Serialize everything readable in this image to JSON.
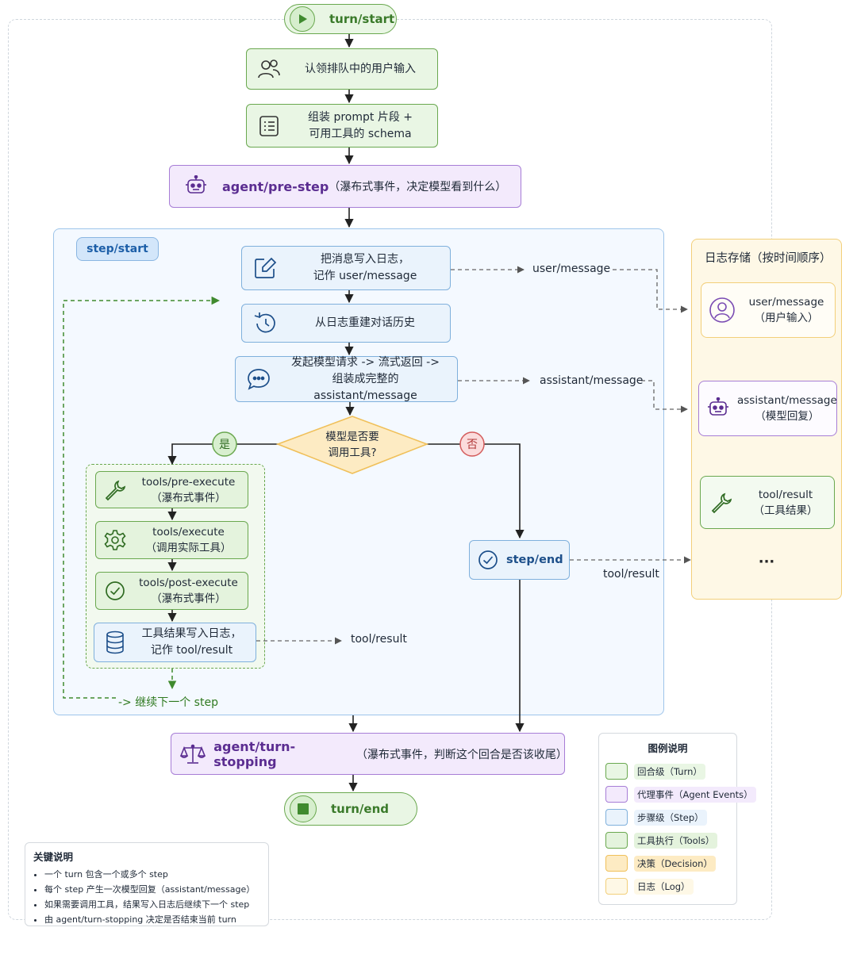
{
  "turn_start": "turn/start",
  "claim_input": "认领排队中的用户输入",
  "assemble_prompt": [
    "组装 prompt 片段 +",
    "可用工具的 schema"
  ],
  "pre_step": {
    "title": "agent/pre-step",
    "desc": "（瀑布式事件，决定模型看到什么）"
  },
  "step_start": "step/start",
  "write_log": [
    "把消息写入日志，",
    "记作 user/message"
  ],
  "rebuild_history": "从日志重建对话历史",
  "model_request": [
    "发起模型请求 -> 流式返回 ->",
    "组装成完整的 assistant/message"
  ],
  "decision": [
    "模型是否要",
    "调用工具?"
  ],
  "yes_label": "是",
  "no_label": "否",
  "tools": [
    {
      "icon": "wrench-icon",
      "lines": [
        "tools/pre-execute",
        "（瀑布式事件）"
      ]
    },
    {
      "icon": "gear-icon",
      "lines": [
        "tools/execute",
        "（调用实际工具）"
      ]
    },
    {
      "icon": "check-circle-icon",
      "lines": [
        "tools/post-execute",
        "（瀑布式事件）"
      ]
    }
  ],
  "tool_log": [
    "工具结果写入日志，",
    "记作 tool/result"
  ],
  "continue_label": "-> 继续下一个 step",
  "step_end": "step/end",
  "edge_labels": {
    "user_message": "user/message",
    "assistant_message": "assistant/message",
    "tool_result_step_end": "tool/result",
    "tool_result_tools": "tool/result"
  },
  "turn_stopping": {
    "title": "agent/turn-stopping",
    "desc": "（瀑布式事件，判断这个回合是否该收尾）"
  },
  "turn_end": "turn/end",
  "log_panel": {
    "title": "日志存储（按时间顺序）",
    "entries": [
      {
        "icon": "user-icon",
        "lines": [
          "user/message",
          "（用户输入）"
        ]
      },
      {
        "icon": "robot-icon",
        "lines": [
          "assistant/message",
          "（模型回复）"
        ]
      },
      {
        "icon": "wrench-icon",
        "lines": [
          "tool/result",
          "（工具结果）"
        ]
      }
    ],
    "more": "···"
  },
  "legend": {
    "title": "图例说明",
    "items": [
      {
        "label": "回合级（Turn）",
        "fill": "#e9f6e4",
        "border": "#6aa84f"
      },
      {
        "label": "代理事件（Agent Events）",
        "fill": "#f3eafc",
        "border": "#a77dd6"
      },
      {
        "label": "步骤级（Step）",
        "fill": "#eaf3fc",
        "border": "#7fb0dc"
      },
      {
        "label": "工具执行（Tools）",
        "fill": "#e4f3dd",
        "border": "#6aa84f"
      },
      {
        "label": "决策（Decision）",
        "fill": "#fdebc3",
        "border": "#f0c05a"
      },
      {
        "label": "日志（Log）",
        "fill": "#fef8e6",
        "border": "#f2cf7a"
      }
    ]
  },
  "notes": {
    "title": "关键说明",
    "items": [
      "一个 turn 包含一个或多个 step",
      "每个 step 产生一次模型回复（assistant/message）",
      "如果需要调用工具，结果写入日志后继续下一个 step",
      "由 agent/turn-stopping 决定是否结束当前 turn"
    ]
  }
}
